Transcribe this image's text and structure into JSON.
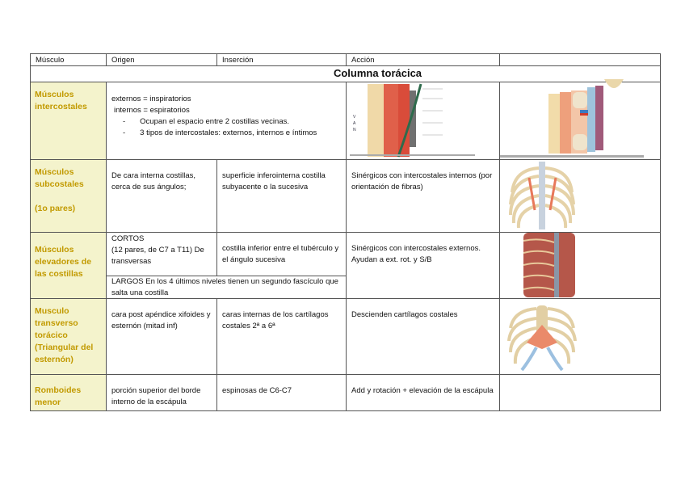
{
  "header": {
    "col1": "Músculo",
    "col2": "Origen",
    "col3": "Inserción",
    "col4": "Acción",
    "col5": ""
  },
  "section_title": "Columna torácica",
  "rows": [
    {
      "muscle": "Músculos intercostales",
      "origen_lines": [
        "externos = inspiratorios",
        "internos = espiratorios"
      ],
      "bullets": [
        "Ocupan el espacio entre 2 costillas vecinas.",
        "3 tipos de intercostales: externos, internos e íntimos"
      ]
    },
    {
      "muscle": "Músculos subcostales",
      "muscle_note": "(1o pares)",
      "origen": "De cara interna costillas, cerca de sus ángulos;",
      "insercion": "superficie inferointerna costilla subyacente o la sucesiva",
      "accion": "Sinérgicos con intercostales internos (por orientación de fibras)"
    },
    {
      "muscle": "Músculos elevadores de las costillas",
      "origen_title": "CORTOS",
      "origen": "(12 pares, de C7 a T11) De transversas",
      "insercion": "costilla inferior entre el tubérculo y el ángulo sucesiva",
      "largos": "LARGOS En los 4 últimos niveles tienen un segundo fascículo que salta una costilla",
      "accion": "Sinérgicos con intercostales externos. Ayudan a ext. rot. y S/B"
    },
    {
      "muscle": "Musculo transverso torácico (Triangular del esternón)",
      "origen": "cara post apéndice xifoides y esternón (mitad inf)",
      "insercion": "caras internas de los cartílagos costales 2ª a 6ª",
      "accion": "Descienden cartílagos costales"
    },
    {
      "muscle": "Romboides menor",
      "origen": "porción superior del borde interno de la escápula",
      "insercion": "espinosas de C6-C7",
      "accion": "Add y rotación + elevación de la escápula"
    }
  ],
  "colors": {
    "muscle_bg": "#f4f3cc",
    "muscle_text": "#c29a00",
    "border": "#555555"
  }
}
